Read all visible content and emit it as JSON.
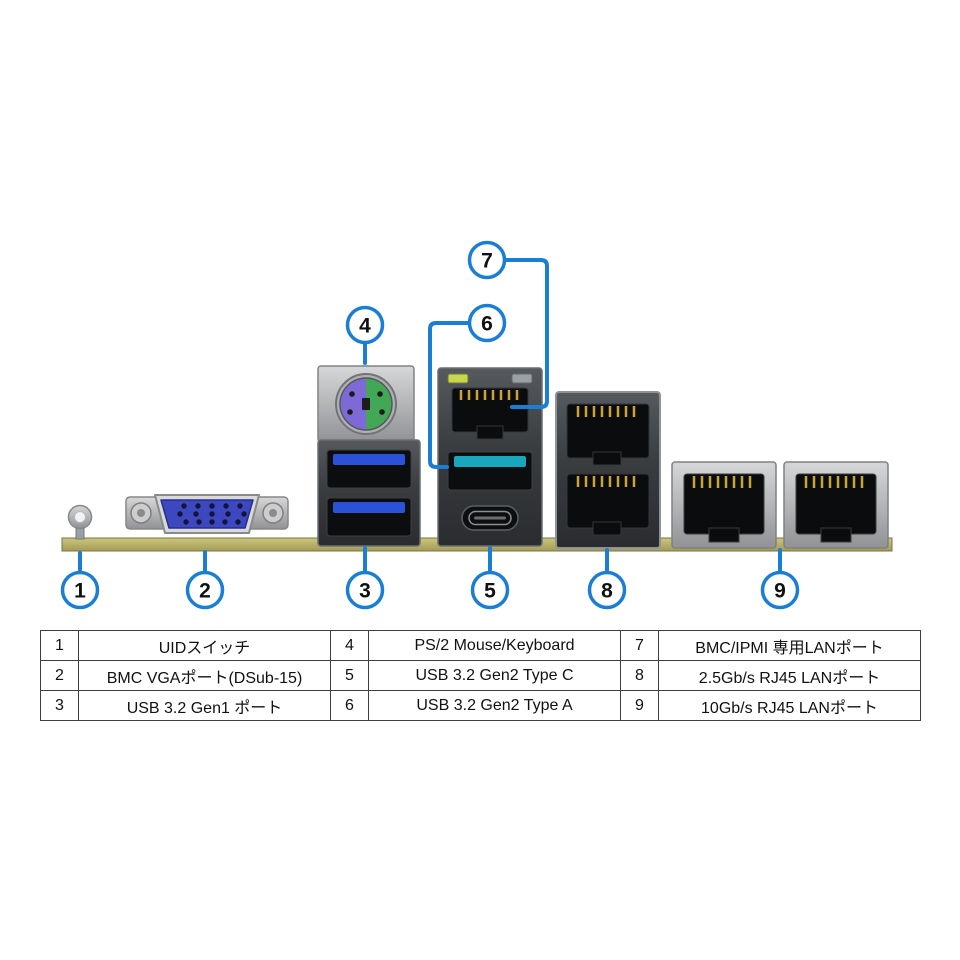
{
  "colors": {
    "accent": "#1b7ed5",
    "pcb": "#b9b269",
    "usb_gen1_blue": "#2b51d8",
    "usb_gen2_teal": "#18a7bd",
    "vga_blue": "#3c47c0",
    "ps2_purple": "#7e6ad6",
    "ps2_green": "#43a855",
    "lan_led_lit": "#c8d84e",
    "rj45_pin_gold": "#caa23e"
  },
  "legend": {
    "items": [
      {
        "num": "1",
        "label": "UIDスイッチ"
      },
      {
        "num": "2",
        "label": "BMC VGAポート(DSub-15)"
      },
      {
        "num": "3",
        "label": "USB 3.2 Gen1 ポート"
      },
      {
        "num": "4",
        "label": "PS/2 Mouse/Keyboard"
      },
      {
        "num": "5",
        "label": "USB 3.2 Gen2 Type C"
      },
      {
        "num": "6",
        "label": "USB 3.2 Gen2 Type A"
      },
      {
        "num": "7",
        "label": "BMC/IPMI 専用LANポート"
      },
      {
        "num": "8",
        "label": "2.5Gb/s RJ45 LANポート"
      },
      {
        "num": "9",
        "label": "10Gb/s RJ45 LANポート"
      }
    ]
  }
}
